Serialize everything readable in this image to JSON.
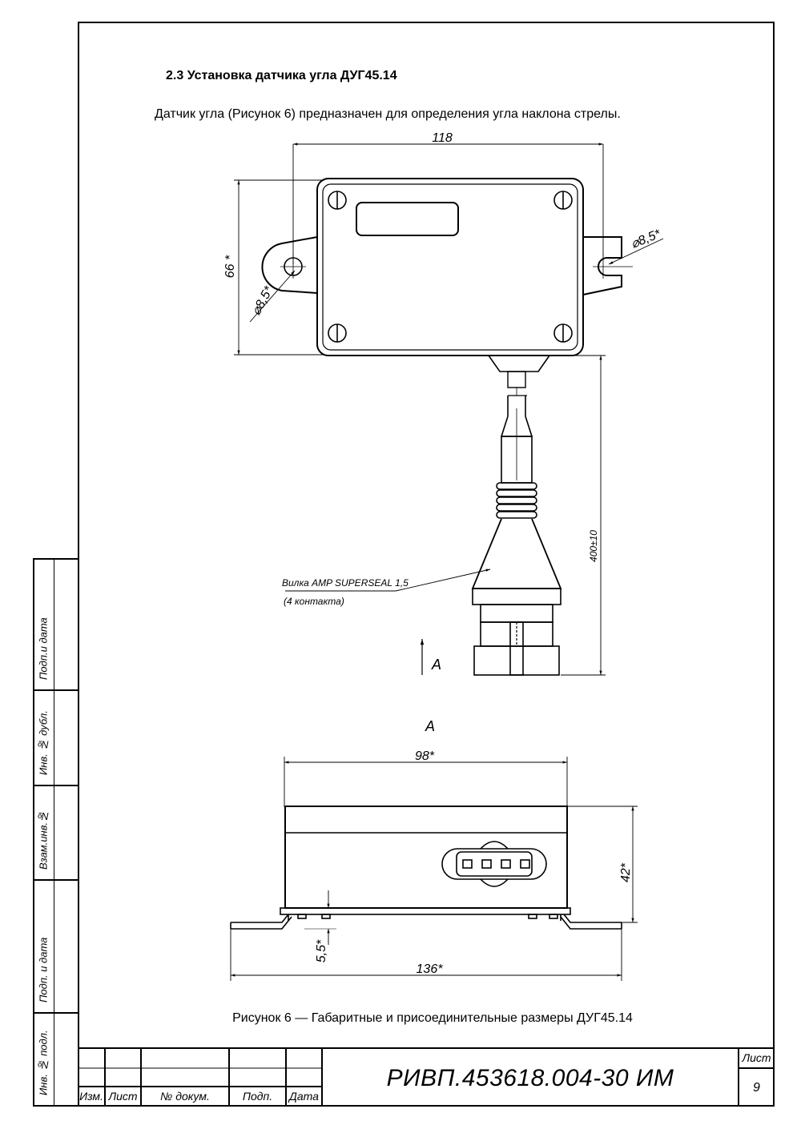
{
  "section": {
    "heading": "2.3 Установка датчика угла ДУГ45.14",
    "intro": "Датчик угла (Рисунок 6) предназначен для определения угла наклона стрелы."
  },
  "figure": {
    "dims_top": {
      "width": "118",
      "height": "66 *",
      "hole_left": "⌀8,5*",
      "hole_right": "⌀8,5*",
      "cable_length": "400±10"
    },
    "connector_label_line1": "Вилка AMP SUPERSEAL 1,5",
    "connector_label_line2": "(4 контакта)",
    "view_arrow_label": "A",
    "view_title": "A",
    "dims_bottom": {
      "width": "98*",
      "height": "42*",
      "bracket_height": "5,5*",
      "total_width": "136*"
    },
    "caption": "Рисунок 6 — Габаритные и присоединительные размеры ДУГ45.14"
  },
  "side_labels": [
    "Подп.и дата",
    "Инв. № дубл.",
    "Взам.инв.№",
    "Подп. и дата",
    "Инв. № подл."
  ],
  "title_block": {
    "col_headers": [
      "Изм.",
      "Лист",
      "№ докум.",
      "Подп.",
      "Дата"
    ],
    "document_number": "РИВП.453618.004-30 ИМ",
    "sheet_label": "Лист",
    "sheet_number": "9"
  }
}
